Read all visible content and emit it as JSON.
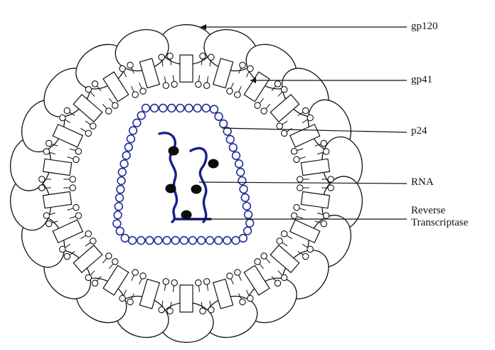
{
  "diagram": {
    "labels": {
      "gp120": "gp120",
      "gp41": "gp41",
      "p24": "p24",
      "rna": "RNA",
      "rt_line1": "Reverse",
      "rt_line2": "Transcriptase"
    },
    "colors": {
      "ink": "#111111",
      "capsid": "#1f2f9a",
      "rna": "#16208a",
      "enzyme": "#0c0c0c",
      "background": "#ffffff"
    }
  }
}
